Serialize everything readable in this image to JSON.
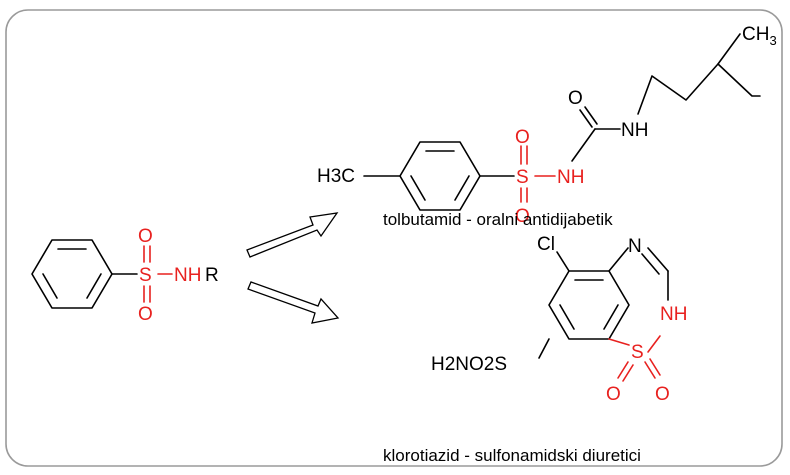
{
  "labels": {
    "sulfonamide": {
      "o_top": "O",
      "s": "S",
      "nh": "NH",
      "r": "R",
      "o_bottom": "O"
    },
    "tolbutamide": {
      "h3c": "H3C",
      "o_carbonyl": "O",
      "nh_urea": "NH",
      "ch3": "CH",
      "ch3_sub": "3",
      "o_top": "O",
      "s": "S",
      "nh": "NH",
      "o_bottom": "O",
      "caption": "tolbutamid - oralni antidijabetik"
    },
    "chlorothiazide": {
      "cl": "Cl",
      "n": "N",
      "nh": "NH",
      "h2no2s": "H2NO2S",
      "s": "S",
      "o_left": "O",
      "o_right": "O",
      "caption": "klorotiazid - sulfonamidski diuretici"
    }
  },
  "colors": {
    "sulfonamide_group": "#e8211f",
    "bonds": "#000000",
    "frame": "#9a9a9a"
  }
}
